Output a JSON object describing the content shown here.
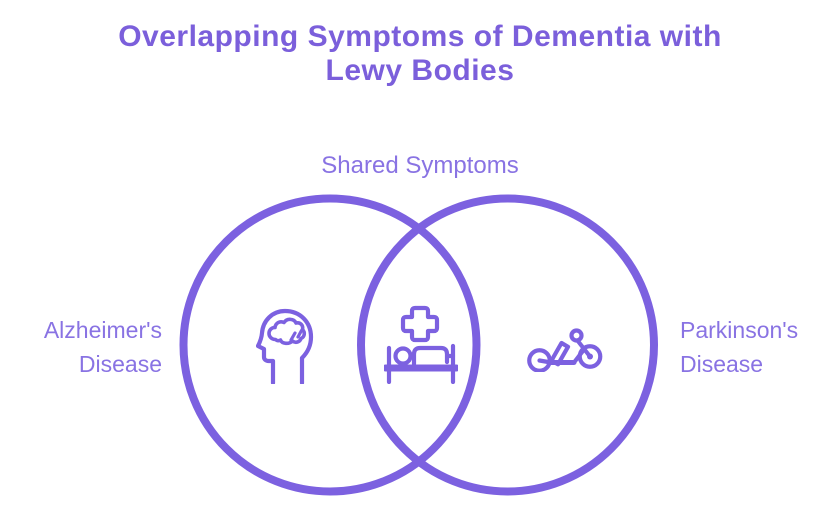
{
  "title": {
    "line1": "Overlapping Symptoms of Dementia with",
    "line2": "Lewy Bodies"
  },
  "venn": {
    "shared_label": "Shared Symptoms",
    "left": {
      "label_line1": "Alzheimer's",
      "label_line2": "Disease",
      "icon": "head-with-brain-icon"
    },
    "overlap": {
      "icon": "medical-cross-hospital-bed-icon"
    },
    "right": {
      "label_line1": "Parkinson's",
      "label_line2": "Disease",
      "icon": "recumbent-bike-icon"
    }
  },
  "colors": {
    "accent": "#7C61E0",
    "title_text": "#7B5FDB",
    "label_text": "#8973E3",
    "background": "#FFFFFF"
  }
}
